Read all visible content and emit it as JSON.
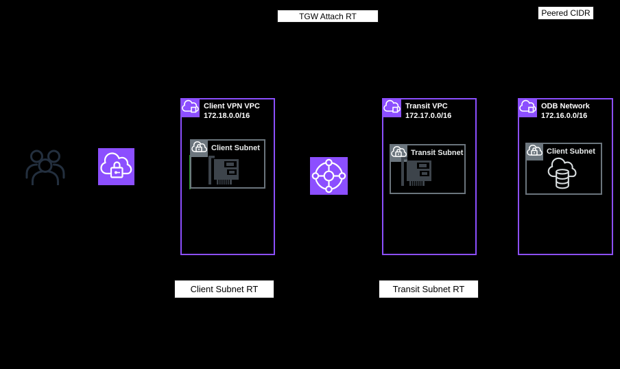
{
  "route_labels": {
    "tgw_attach_rt": "TGW Attach RT",
    "peered_cidr": "Peered CIDR",
    "client_subnet_rt": "Client Subnet RT",
    "transit_subnet_rt": "Transit Subnet RT"
  },
  "vpcs": [
    {
      "name": "Client VPN VPC",
      "cidr": "172.18.0.0/16",
      "subnet": {
        "label": "Client Subnet",
        "resource_icon": "network-interface-icon"
      }
    },
    {
      "name": "Transit VPC",
      "cidr": "172.17.0.0/16",
      "subnet": {
        "label": "Transit Subnet",
        "resource_icon": "network-interface-icon"
      }
    },
    {
      "name": "ODB Network",
      "cidr": "172.16.0.0/16",
      "subnet": {
        "label": "Client Subnet",
        "resource_icon": "cloud-database-icon"
      }
    }
  ],
  "icons": {
    "users": "users-icon",
    "client_vpn_endpoint": "client-vpn-endpoint-icon",
    "transit_gateway": "transit-gateway-icon",
    "vpc_group": "vpc-icon",
    "private_subnet": "private-subnet-icon",
    "network_interface": "network-interface-icon",
    "cloud_database": "cloud-database-icon"
  },
  "colors": {
    "background": "#000000",
    "aws_purple": "#8C4FFF",
    "subnet_gray": "#6b757d",
    "green_link": "#2f9e2f",
    "users_icon": "#232F3E",
    "nic_icon": "#3d444b",
    "label_bg": "#ffffff",
    "label_text": "#000000",
    "diagram_text": "#ffffff"
  }
}
